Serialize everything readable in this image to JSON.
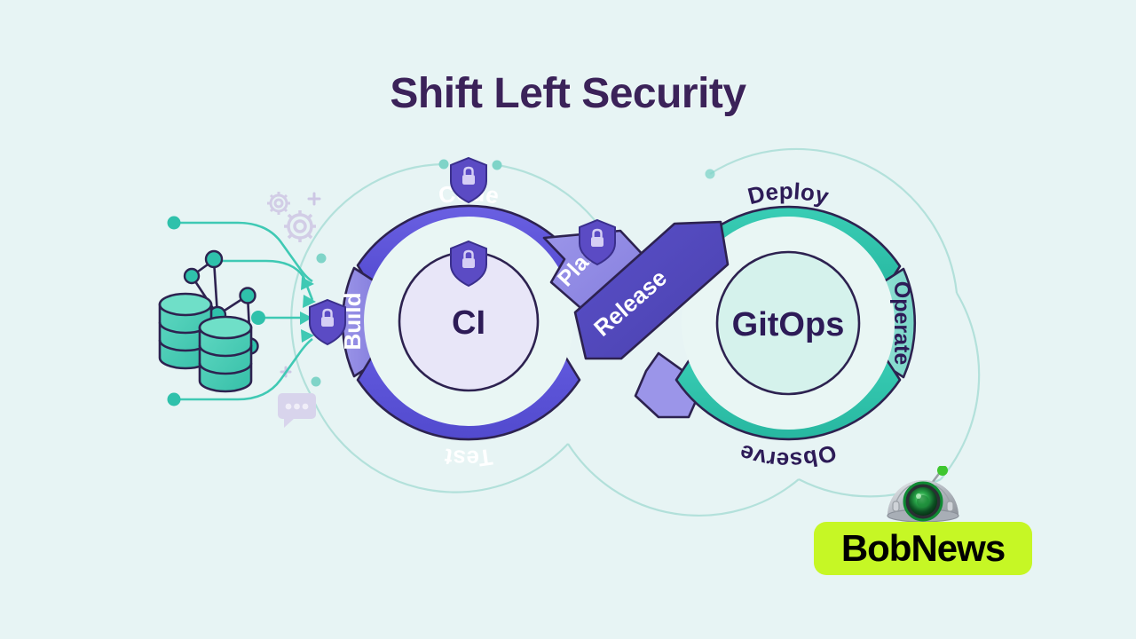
{
  "page": {
    "title": "Shift Left Security",
    "background_color": "#e7f4f4"
  },
  "diagram": {
    "type": "infinity-loop-devsecops",
    "left_loop": {
      "center_label": "CI",
      "center_fill": "#e8e6f8",
      "segments": [
        {
          "label": "Code",
          "color": "#5b51d8",
          "text_color": "#ffffff",
          "position": "top",
          "has_shield": true
        },
        {
          "label": "Build",
          "color": "#8b85e0",
          "text_color": "#ffffff",
          "position": "left",
          "has_shield": true
        },
        {
          "label": "Test",
          "color": "#5b51d8",
          "text_color": "#ffffff",
          "position": "bottom",
          "has_shield": false
        },
        {
          "label": "Plan",
          "color": "#8b85e0",
          "text_color": "#ffffff",
          "position": "upper-right",
          "has_shield": true
        }
      ],
      "center_shield": true
    },
    "right_loop": {
      "center_label": "GitOps",
      "center_fill": "#d5f2ec",
      "segments": [
        {
          "label": "Deploy",
          "color": "#2fc1ab",
          "text_color": "#2d1b57",
          "position": "top",
          "has_shield": false
        },
        {
          "label": "Operate",
          "color": "#86ddd0",
          "text_color": "#2d1b57",
          "position": "right",
          "has_shield": false
        },
        {
          "label": "Observe",
          "color": "#2fc1ab",
          "text_color": "#2d1b57",
          "position": "bottom",
          "has_shield": false
        }
      ]
    },
    "cross_band": {
      "label": "Release",
      "color": "#4f46b8",
      "text_color": "#ffffff"
    },
    "accents": {
      "shield_color": "#5b4bc4",
      "shield_lock_color": "#cfc9f2",
      "outline_color": "#2d2250",
      "ring_color": "#a9ddd6",
      "teal_node_color": "#2fc1ab",
      "database_color": "#4ccfb8",
      "gear_color": "#d8d4ec",
      "bubble_color": "#d8d4ec"
    },
    "left_decor": {
      "databases": 2,
      "graph_nodes": 5,
      "arrows": 4,
      "gears": 2,
      "speech_bubble_dots": 3,
      "sparkles": 2
    }
  },
  "logo": {
    "text": "BobNews",
    "plate_color": "#c6f725",
    "text_color": "#000000",
    "robot": {
      "dome_color": "#c9ccd1",
      "lens_color": "#1f9e3e",
      "antenna_ball_color": "#3ec62f"
    }
  }
}
